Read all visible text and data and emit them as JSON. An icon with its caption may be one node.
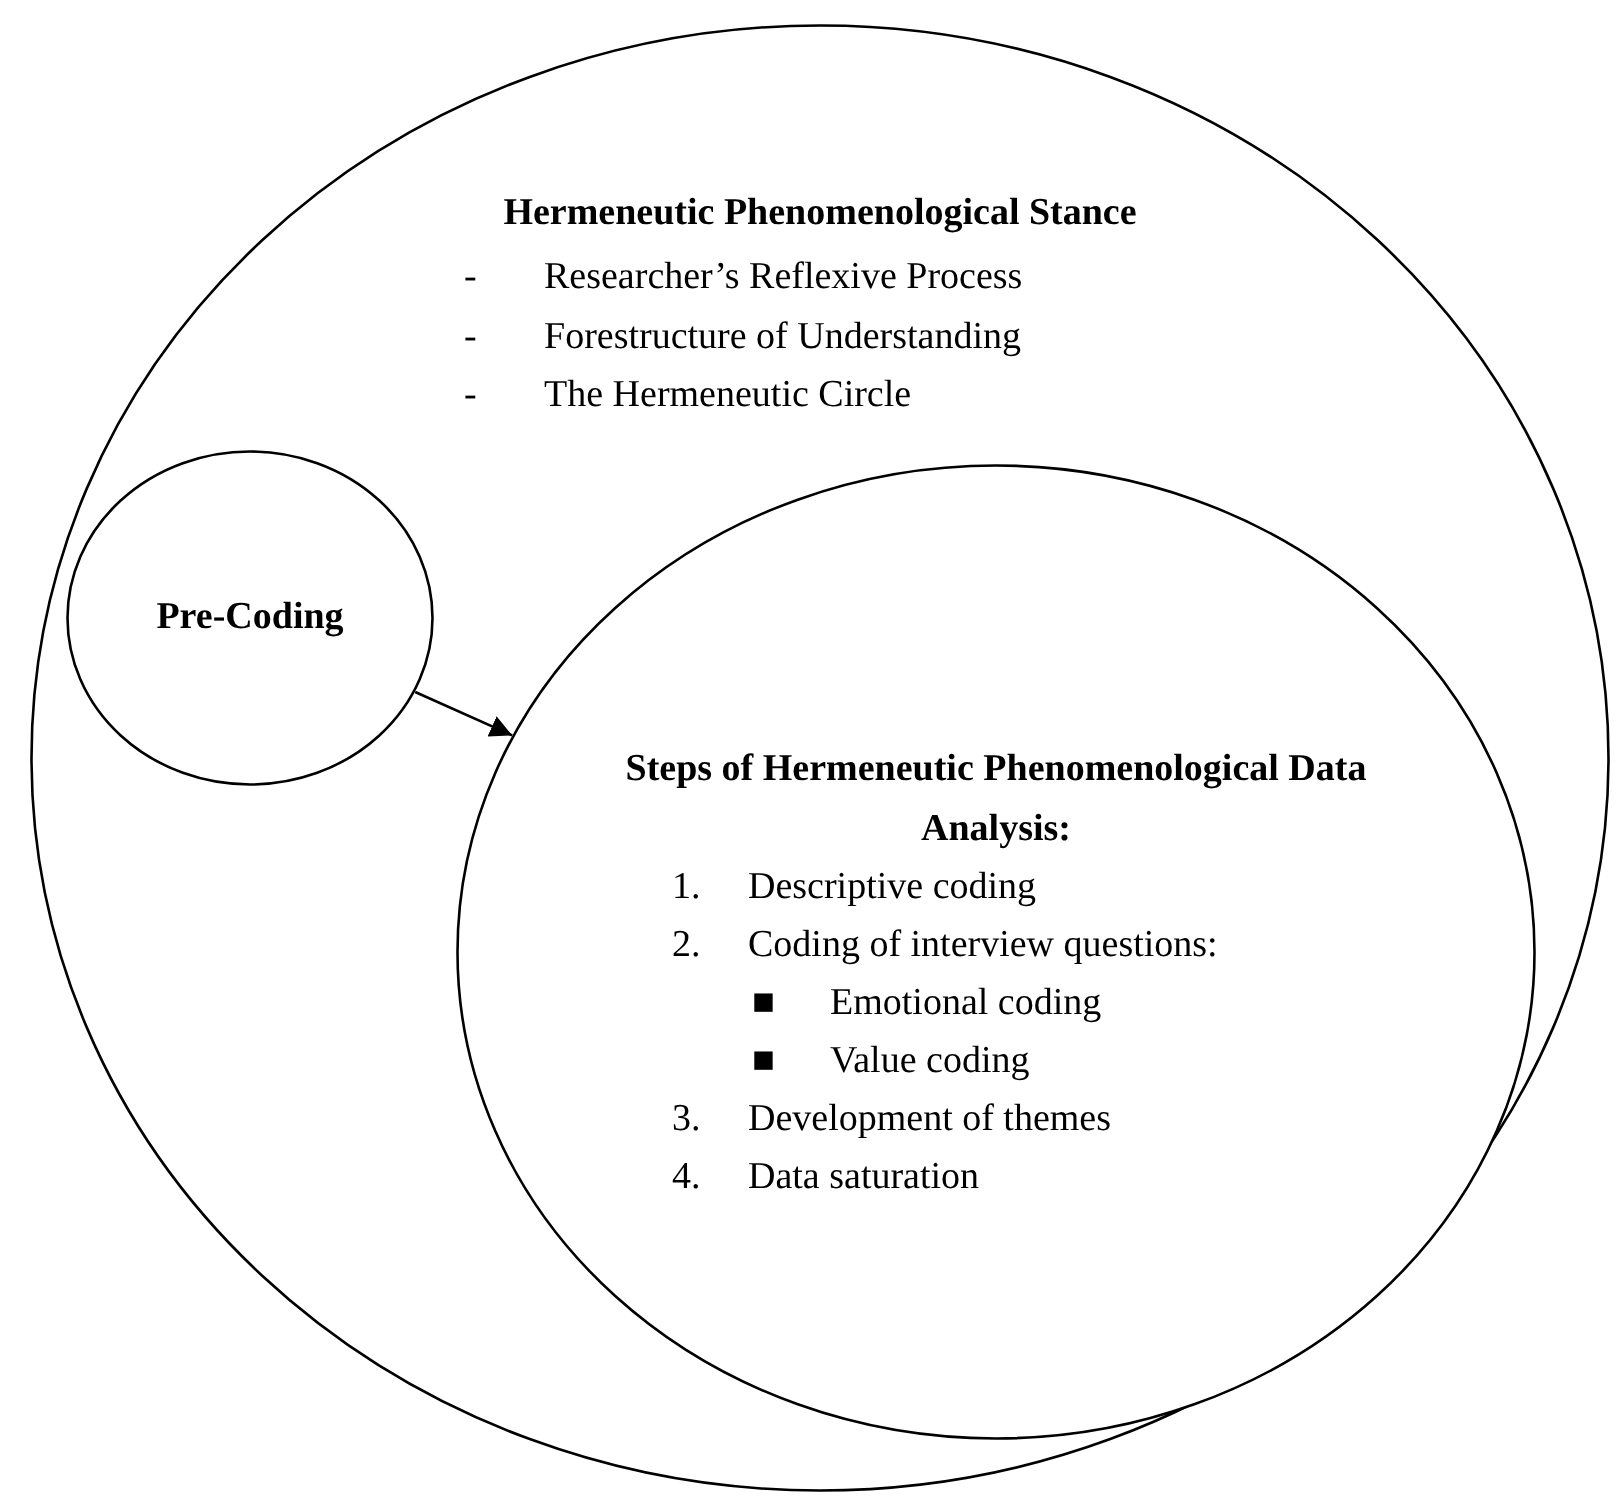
{
  "diagram": {
    "nodes": [
      {
        "text": [
          "Hermeneutic Phenomenological Stance",
          "- Researcher’s Reflexive Process",
          "- Forestructure of Understanding",
          "- The Hermeneutic Circle"
        ]
      },
      {
        "text": [
          "Pre-Coding"
        ],
        "in": 0
      },
      {
        "text": [
          "Steps of Hermeneutic Phenomenological Data Analysis:",
          "1. Descriptive coding",
          "2. Coding of interview questions:",
          "■ Emotional coding",
          "■ Value coding",
          "3. Development of themes",
          "4. Data saturation"
        ],
        "in": 0
      }
    ],
    "edges": [
      {
        "from": 1,
        "to": 2,
        "arrow": "to"
      }
    ]
  }
}
